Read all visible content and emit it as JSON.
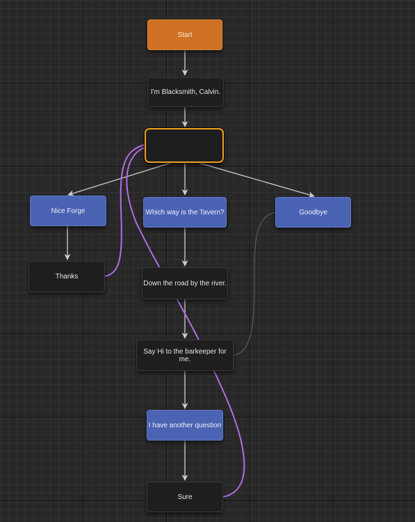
{
  "nodes": {
    "start": "Start",
    "blacksmith": "I'm Blacksmith, Calvin.",
    "choice": "",
    "nice_forge": "Nice Forge",
    "tavern_q": "Which way is the Tavern?",
    "goodbye": "Goodbye",
    "thanks": "Thanks",
    "down_road": "Down the road by the river.",
    "say_hi": "Say Hi to the barkeeper for me.",
    "another_q": "I have another question",
    "sure": "Sure"
  },
  "colors": {
    "background": "#282828",
    "dark_node": "#1e1e1e",
    "blue_node": "#4a63b3",
    "orange_node": "#cf7122",
    "selected_outline": "#f0a020",
    "edge": "#cfcfcf",
    "loop_edge": "#b36ee6",
    "faint_edge": "#5a5a5a"
  }
}
